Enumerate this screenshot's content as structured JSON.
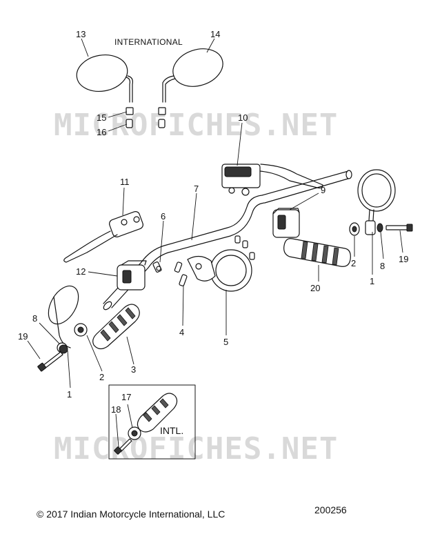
{
  "watermark": "MICROFICHES.NET",
  "header_label": "INTERNATIONAL",
  "inset_label": "INTL.",
  "callouts": {
    "c1_right": "1",
    "c1_left": "1",
    "c2_right": "2",
    "c2_left": "2",
    "c3": "3",
    "c4": "4",
    "c5": "5",
    "c6": "6",
    "c7": "7",
    "c8_right": "8",
    "c8_left": "8",
    "c9": "9",
    "c10": "10",
    "c11": "11",
    "c12": "12",
    "c13": "13",
    "c14": "14",
    "c15": "15",
    "c16": "16",
    "c17": "17",
    "c18": "18",
    "c19_right": "19",
    "c19_left": "19",
    "c20": "20"
  },
  "footer": {
    "copyright": "© 2017 Indian Motorcycle International, LLC",
    "drawing_number": "200256"
  }
}
